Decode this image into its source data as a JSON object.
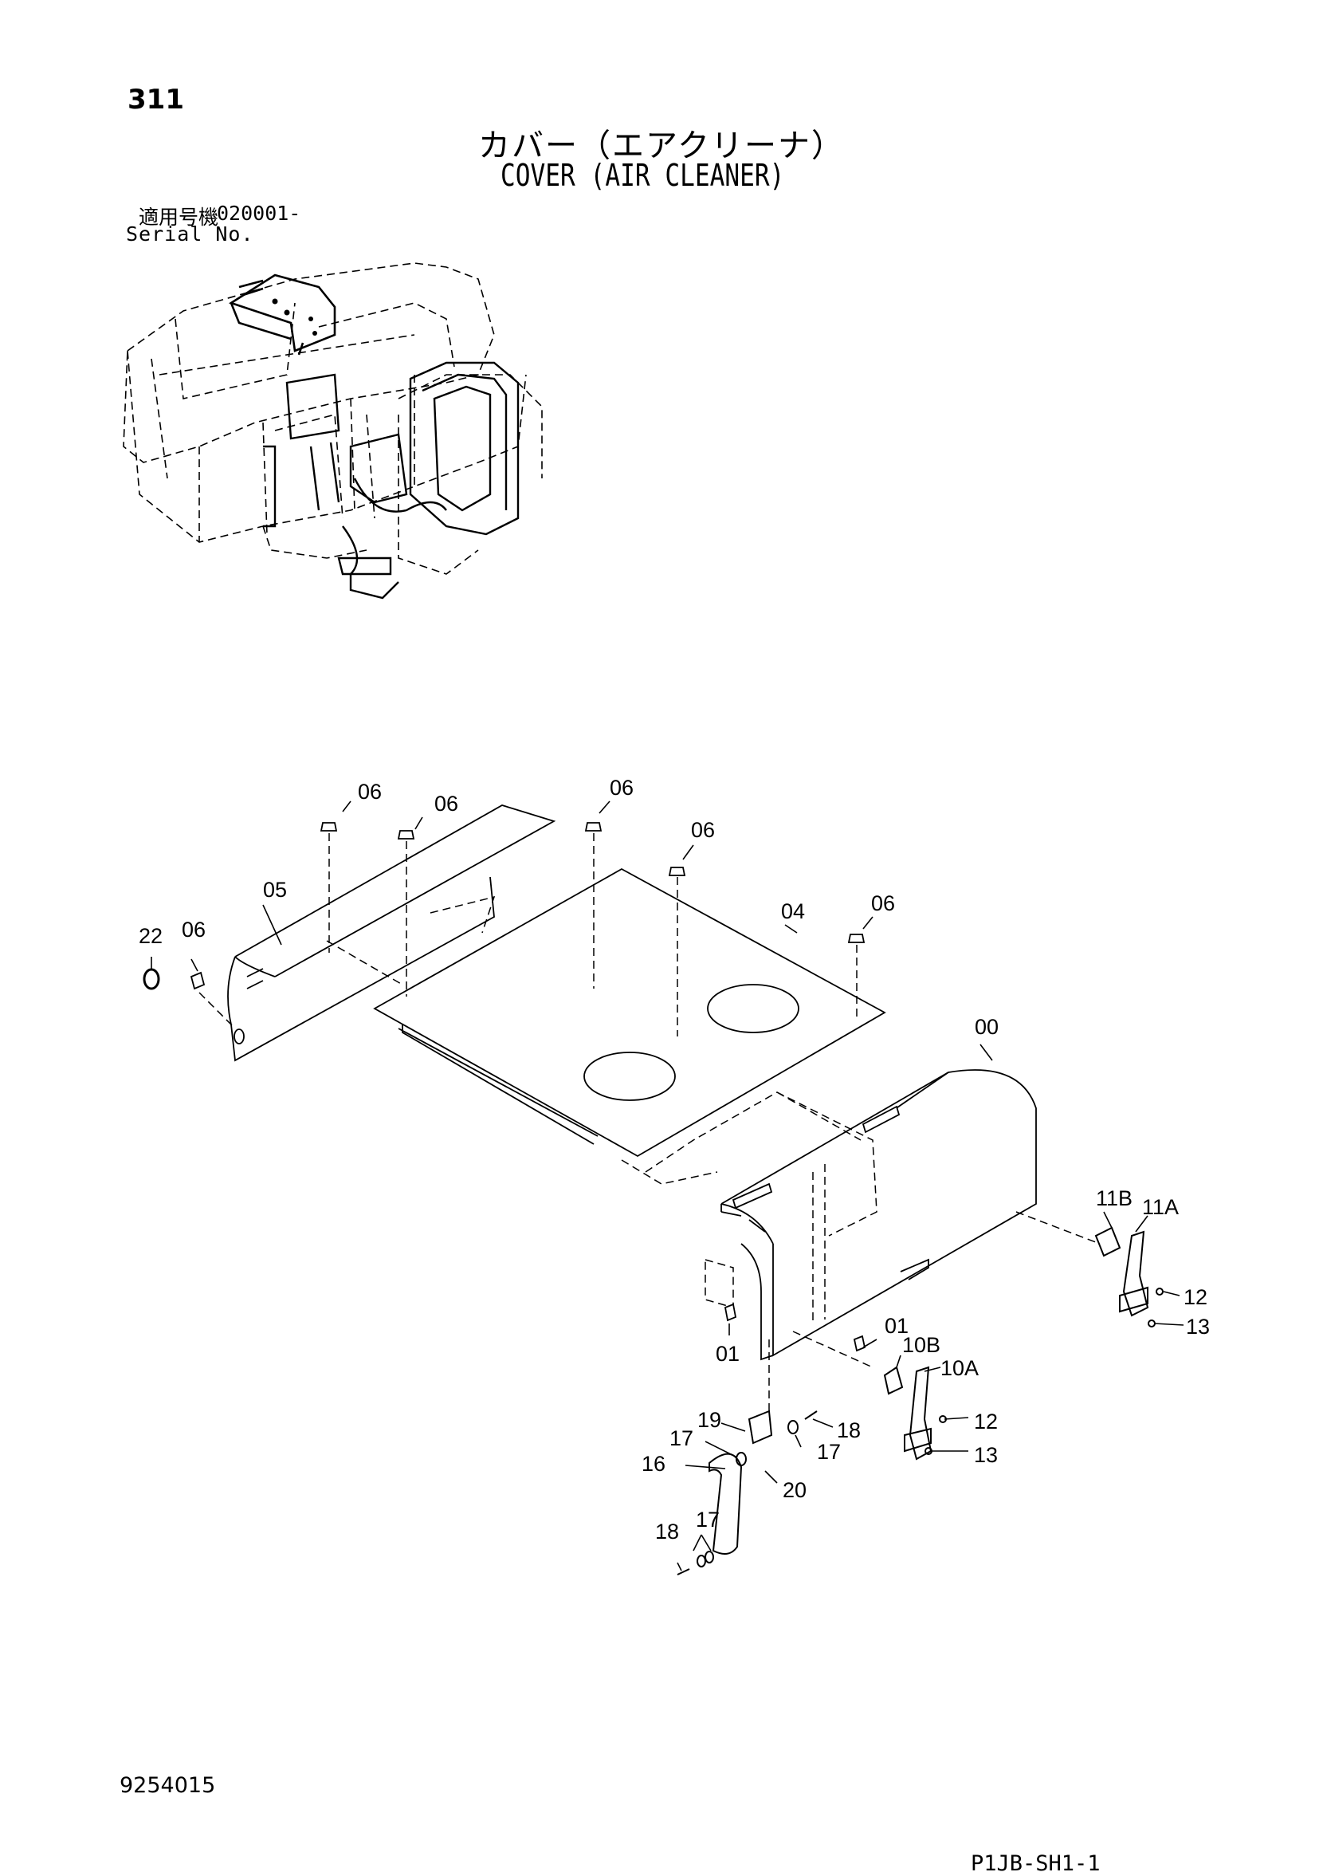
{
  "page": {
    "page_number": "311",
    "title_jp": "カバー（エアクリーナ）",
    "title_en": "COVER (AIR CLEANER)",
    "serial_label_jp": "適用号機",
    "serial_value": "020001-",
    "serial_label_en": "Serial No.",
    "doc_code": "9254015",
    "sheet_id": "P1JB-SH1-1"
  },
  "callouts": [
    {
      "id": "c1",
      "text": "06"
    },
    {
      "id": "c2",
      "text": "06"
    },
    {
      "id": "c3",
      "text": "06"
    },
    {
      "id": "c4",
      "text": "06"
    },
    {
      "id": "c5",
      "text": "06"
    },
    {
      "id": "c6",
      "text": "06"
    },
    {
      "id": "c7",
      "text": "05"
    },
    {
      "id": "c8",
      "text": "22"
    },
    {
      "id": "c9",
      "text": "04"
    },
    {
      "id": "c10",
      "text": "00"
    },
    {
      "id": "c11",
      "text": "11B"
    },
    {
      "id": "c12",
      "text": "11A"
    },
    {
      "id": "c13",
      "text": "12"
    },
    {
      "id": "c14",
      "text": "13"
    },
    {
      "id": "c15",
      "text": "01"
    },
    {
      "id": "c16",
      "text": "01"
    },
    {
      "id": "c17",
      "text": "10B"
    },
    {
      "id": "c18",
      "text": "10A"
    },
    {
      "id": "c19",
      "text": "12"
    },
    {
      "id": "c20",
      "text": "13"
    },
    {
      "id": "c21",
      "text": "19"
    },
    {
      "id": "c22",
      "text": "18"
    },
    {
      "id": "c23",
      "text": "17"
    },
    {
      "id": "c24",
      "text": "17"
    },
    {
      "id": "c25",
      "text": "16"
    },
    {
      "id": "c26",
      "text": "20"
    },
    {
      "id": "c27",
      "text": "18"
    },
    {
      "id": "c28",
      "text": "17"
    }
  ]
}
